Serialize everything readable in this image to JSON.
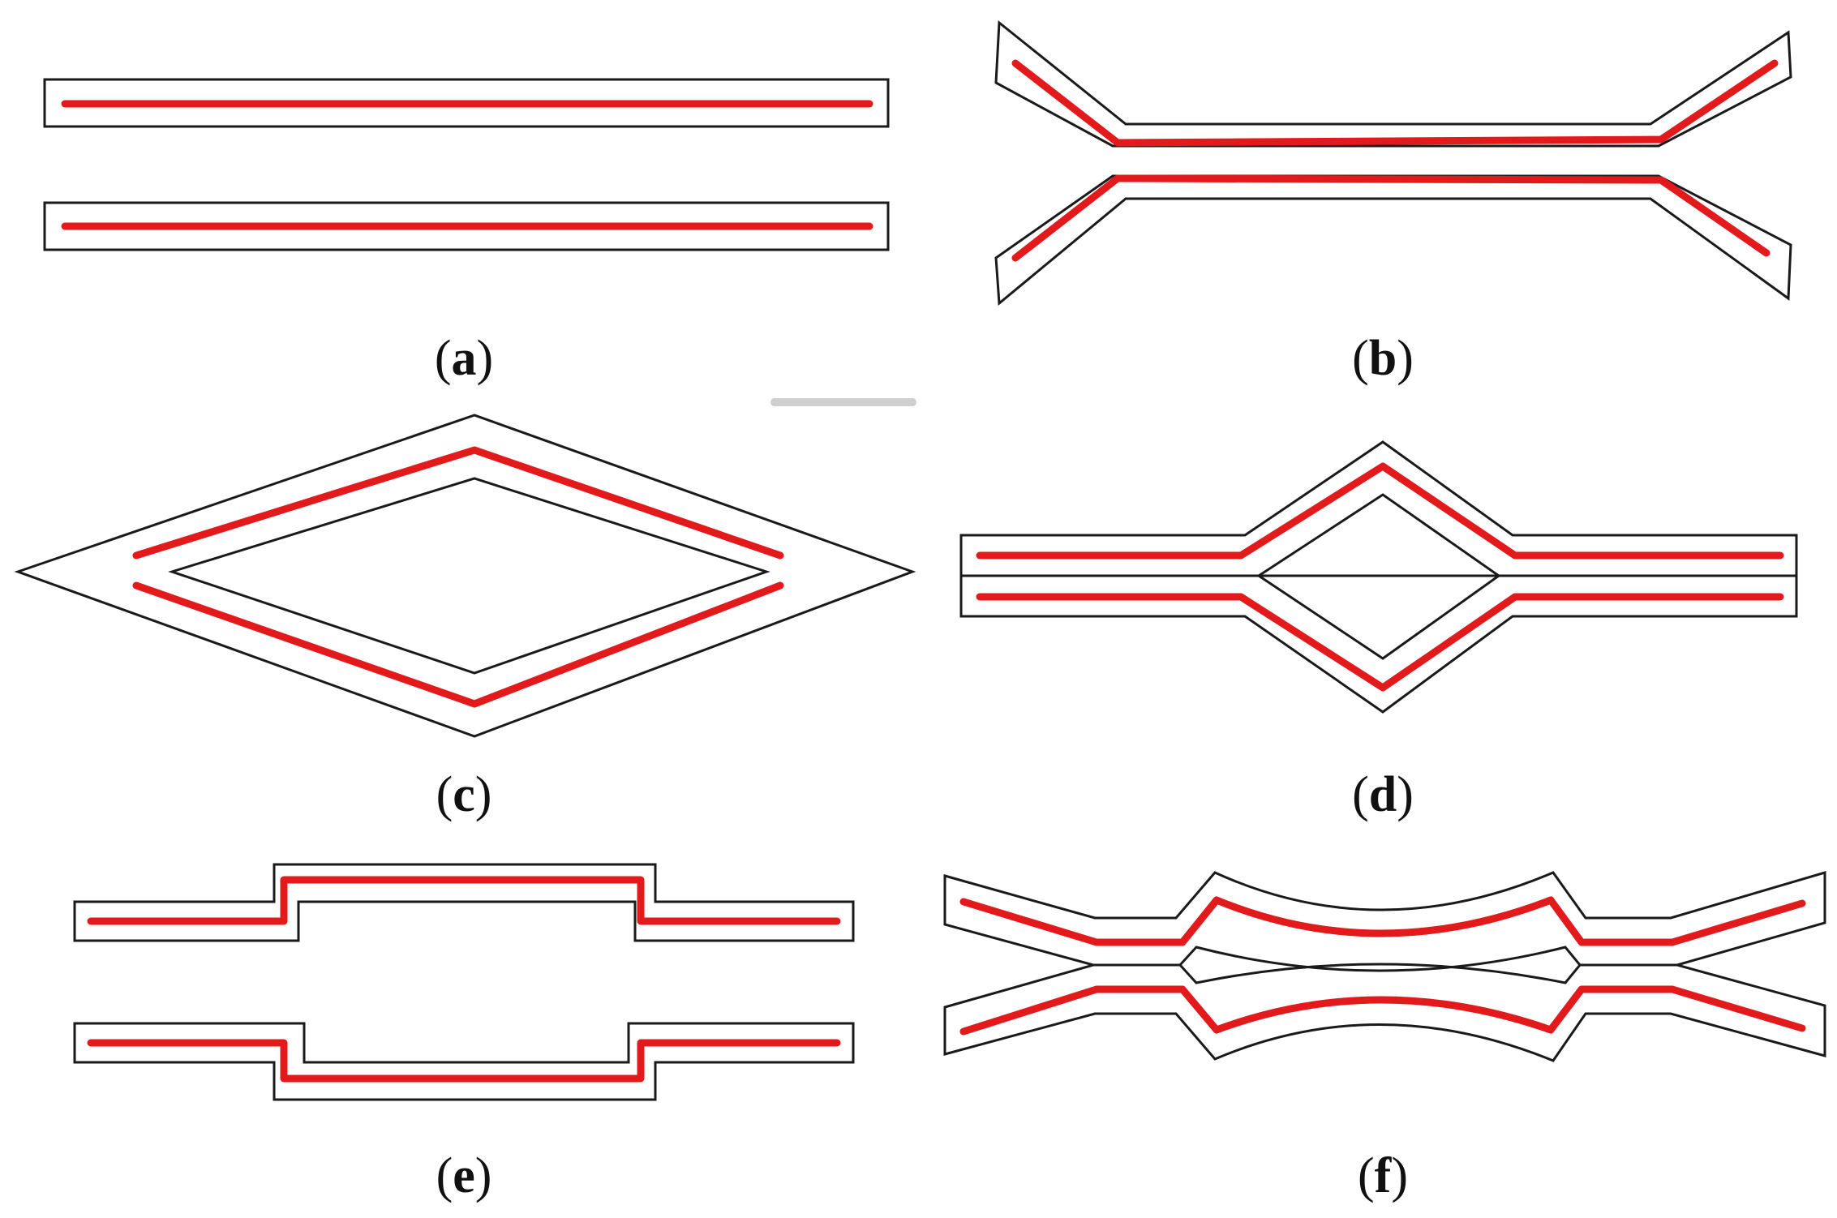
{
  "colors": {
    "waveguide_outline": "#1a1a1a",
    "waveguide_core": "#e31a1c",
    "background": "#ffffff"
  },
  "panels": [
    {
      "id": "a",
      "label_open": "(",
      "label": "a",
      "label_close": ")"
    },
    {
      "id": "b",
      "label_open": "(",
      "label": "b",
      "label_close": ")"
    },
    {
      "id": "c",
      "label_open": "(",
      "label": "c",
      "label_close": ")"
    },
    {
      "id": "d",
      "label_open": "(",
      "label": "d",
      "label_close": ")"
    },
    {
      "id": "e",
      "label_open": "(",
      "label": "e",
      "label_close": ")"
    },
    {
      "id": "f",
      "label_open": "(",
      "label": "f",
      "label_close": ")"
    }
  ]
}
